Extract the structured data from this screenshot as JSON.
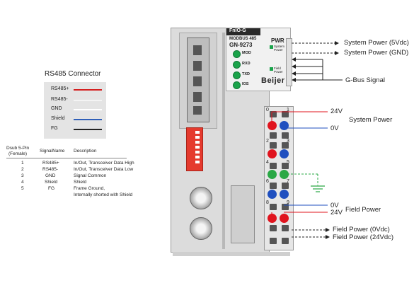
{
  "legend": {
    "title": "RS485 Connector",
    "items": [
      {
        "label": "RS485+",
        "color": "#d42020"
      },
      {
        "label": "RS485-",
        "color": "#e6e6e6"
      },
      {
        "label": "GND",
        "color": "#ffffff"
      },
      {
        "label": "Shield",
        "color": "#2f5fb8"
      },
      {
        "label": "FG",
        "color": "#222222"
      }
    ]
  },
  "pin_table": {
    "headers": [
      "Dsub 5-Pin\n(Female)",
      "SignalName",
      "Description"
    ],
    "header_line1": "Dsub 5-Pin",
    "header_line2": "(Female)",
    "rows": [
      {
        "pin": "1",
        "signal": "RS485+",
        "desc": "In/Out, Transceiver Data High"
      },
      {
        "pin": "2",
        "signal": "RS485-",
        "desc": "In/Out, Transceiver Data Low"
      },
      {
        "pin": "3",
        "signal": "GND",
        "desc": "Signal Common"
      },
      {
        "pin": "4",
        "signal": "Shield",
        "desc": "Shield"
      },
      {
        "pin": "5",
        "signal": "FG",
        "desc": "Frame Ground,"
      }
    ],
    "row5_extra": "Internally shorted with Shield"
  },
  "module": {
    "brand_top": "FnIO-G",
    "model_line1": "MODBUS 485",
    "model_line2": "GN-9273",
    "pwr": "PWR",
    "sys_power_label": "System Power",
    "field_power_label": "Field Power",
    "leds": [
      "MOD",
      "RXD",
      "TXD",
      "IOS"
    ],
    "logo": "Beijer",
    "terminal_numbers": [
      "0",
      "1",
      "2",
      "3",
      "4",
      "5",
      "6",
      "7",
      "8",
      "9"
    ]
  },
  "labels": {
    "system_power_5v": "System Power (5Vdc)",
    "system_power_gnd": "System Power (GND)",
    "gbus": "G-Bus Signal",
    "v24_a": "24V",
    "system_power": "System Power",
    "v0_a": "0V",
    "v0_b": "0V",
    "field_power": "Field Power",
    "v24_b": "24V",
    "field_power_0": "Field Power (0Vdc)",
    "field_power_24": "Field Power (24Vdc)"
  }
}
